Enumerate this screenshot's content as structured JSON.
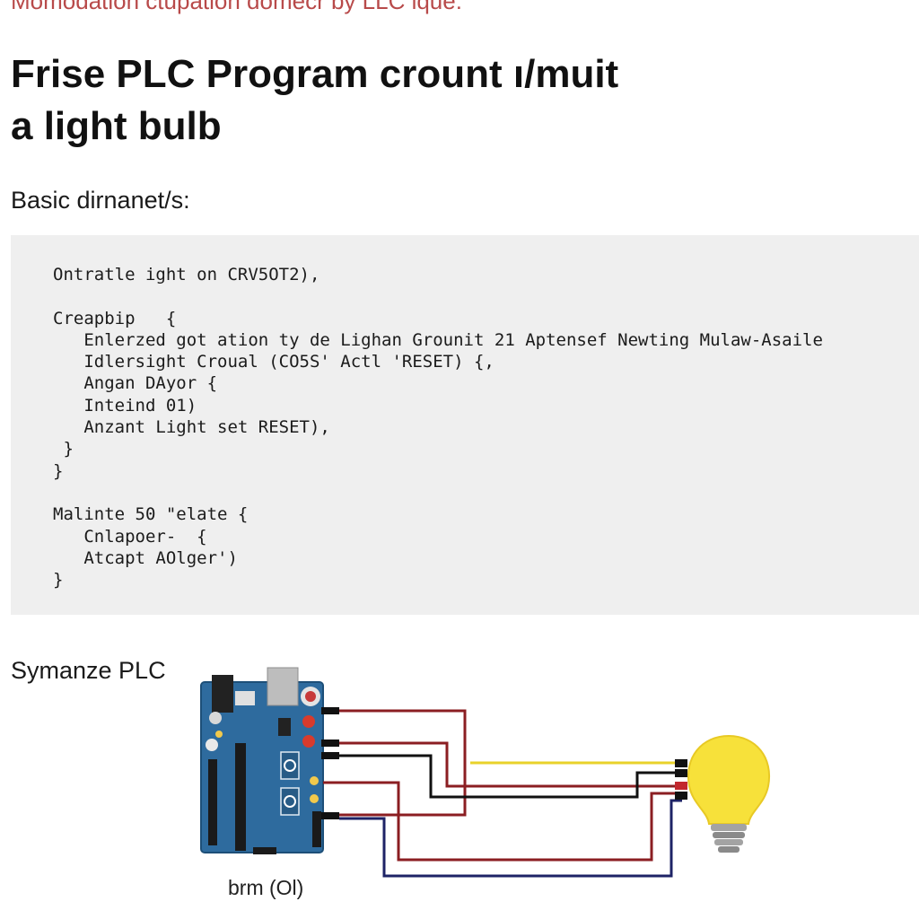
{
  "header": {
    "caption": "Momodation ctupation domecr by LLC lque:",
    "title_line1": "Frise PLC Program crount ı/muit",
    "title_line2": "a light bulb"
  },
  "code_section": {
    "heading": "Basic dirnanet/s:",
    "lines": [
      "Ontratle ight on CRV5OT2),",
      "",
      "Creapbip   {",
      "   Enlerzed got ation ty de Lighan Grounit 21 Aptensef Newting Mulaw-Asaile",
      "   Idlersight Croual (CO5S' Actl 'RESET) {,",
      "   Angan DAyor {",
      "   Inteind 01)",
      "   Anzant Light set RESET),",
      " }",
      "}",
      "",
      "Malinte 50 \"elate {",
      "   Cnlapoer-  {",
      "   Atcapt AOlger')",
      "}"
    ]
  },
  "diagram": {
    "label": "Symanze PLC",
    "board_caption": "brm (Ol)",
    "colors": {
      "board": "#2e6b9e",
      "bulb": "#f7e13a",
      "wire_red": "#8b1e22",
      "wire_black": "#111111",
      "wire_navy": "#1e2366",
      "wire_yellow": "#e8d22a"
    }
  }
}
